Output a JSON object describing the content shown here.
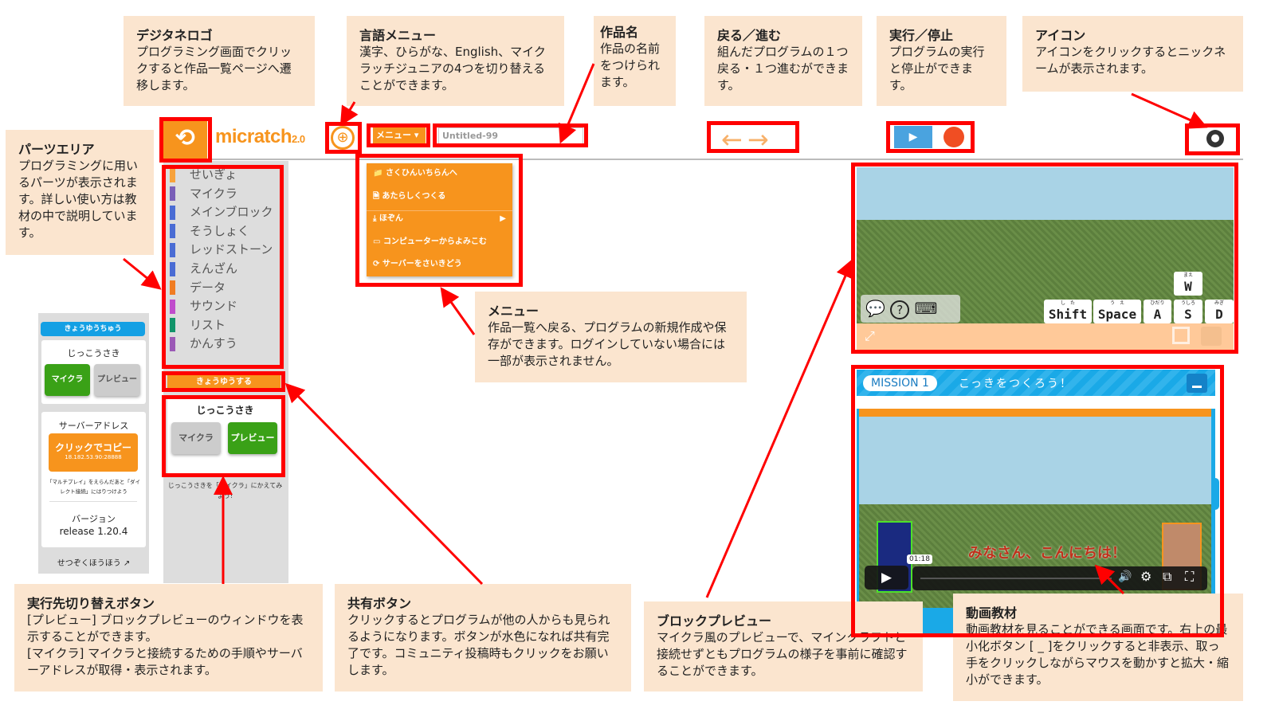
{
  "topbar": {
    "logo_icon": "digitane-logo-icon",
    "brand": "micratch",
    "brand_version": "2.0",
    "globe_icon": "globe-icon",
    "menu_label": "メニュー ▾",
    "title_value": "Untitled-99",
    "back_icon": "←",
    "forward_icon": "→",
    "run_icon": "▶",
    "account_icon": "user-icon"
  },
  "categories": [
    {
      "label": "せいぎょ",
      "color": "#f7a23b"
    },
    {
      "label": "マイクラ",
      "color": "#7a5fb8"
    },
    {
      "label": "メインブロック",
      "color": "#4a6cd4"
    },
    {
      "label": "そうしょく",
      "color": "#4a6cd4"
    },
    {
      "label": "レッドストーン",
      "color": "#4a6cd4"
    },
    {
      "label": "えんざん",
      "color": "#4a6cd4"
    },
    {
      "label": "データ",
      "color": "#f07c22"
    },
    {
      "label": "サウンド",
      "color": "#c04ccc"
    },
    {
      "label": "リスト",
      "color": "#12946a"
    },
    {
      "label": "かんすう",
      "color": "#9b59b6"
    }
  ],
  "share_label": "きょうゆうする",
  "dest": {
    "title": "じっこうさき",
    "micra": "マイクラ",
    "preview": "プレビュー",
    "hint": "じっこうさきを「マイクラ」にかえてみよう!"
  },
  "left_panel": {
    "sharing": "きょうゆうちゅう",
    "dest_title": "じっこうさき",
    "micra": "マイクラ",
    "preview": "プレビュー",
    "server_title": "サーバーアドレス",
    "copy": "クリックでコピー",
    "address": "18.182.53.90:28888",
    "paste_hint": "「マルチプレイ」をえらんだあと「ダイレクト接続」にはりつけよう",
    "version_title": "バージョン",
    "version": "release 1.20.4",
    "connect": "せつぞくほうほう ↗"
  },
  "menu": [
    {
      "icon": "📁",
      "label": "さくひんいちらんへ"
    },
    {
      "icon": "🗎",
      "label": "あたらしくつくる"
    },
    {
      "icon": "⤓",
      "label": "ほぞん",
      "arrow": "▶"
    },
    {
      "icon": "▭",
      "label": "コンピューターからよみこむ"
    },
    {
      "icon": "⟳",
      "label": "サーバーをさいきどう"
    }
  ],
  "stage": {
    "keys": [
      {
        "k": "W",
        "r": "まえ"
      },
      {
        "k": "Shift",
        "r": "し　た"
      },
      {
        "k": "Space",
        "r": "う　え"
      },
      {
        "k": "A",
        "r": "ひだり"
      },
      {
        "k": "S",
        "r": "うしろ"
      },
      {
        "k": "D",
        "r": "みぎ"
      }
    ],
    "chat_icon": "💬",
    "help_icon": "?",
    "keyboard_icon": "⌨",
    "expand_icon": "⤢"
  },
  "video": {
    "mission": "MISSION 1",
    "title": "こっきをつくろう！",
    "time": "01:18",
    "subtitle": "みなさん、こんにちは！",
    "play": "▶",
    "volume": "🔊",
    "settings": "⚙",
    "pip": "⧉",
    "fullscreen": "⛶"
  },
  "callouts": {
    "logo": {
      "title": "デジタネロゴ",
      "body": "プログラミング画面でクリックすると作品一覧ページへ遷移します。"
    },
    "lang": {
      "title": "言語メニュー",
      "body": "漢字、ひらがな、English、マイクラッチジュニアの4つを切り替えることができます。"
    },
    "name": {
      "title": "作品名",
      "body": "作品の名前をつけられます。"
    },
    "undo": {
      "title": "戻る／進む",
      "body": "組んだプログラムの１つ戻る・１つ進むができます。"
    },
    "run": {
      "title": "実行／停止",
      "body": "プログラムの実行と停止ができます。"
    },
    "icon": {
      "title": "アイコン",
      "body": "アイコンをクリックするとニックネームが表示されます。"
    },
    "parts": {
      "title": "パーツエリア",
      "body": "プログラミングに用いるパーツが表示されます。詳しい使い方は教材の中で説明しています。"
    },
    "menu": {
      "title": "メニュー",
      "body": "作品一覧へ戻る、プログラムの新規作成や保存ができます。ログインしていない場合には一部が表示されません。"
    },
    "dest": {
      "title": "実行先切り替えボタン",
      "body": "[プレビュー] ブロックプレビューのウィンドウを表示することができます。\n[マイクラ] マイクラと接続するための手順やサーバーアドレスが取得・表示されます。"
    },
    "share": {
      "title": "共有ボタン",
      "body": "クリックするとプログラムが他の人からも見られるようになります。ボタンが水色になれば共有完了です。コミュニティ投稿時もクリックをお願いします。"
    },
    "preview": {
      "title": "ブロックプレビュー",
      "body": "マイクラ風のプレビューで、マインクラフトと接続せずともプログラムの様子を事前に確認することができます。"
    },
    "video": {
      "title": "動画教材",
      "body": "動画教材を見ることができる画面です。右上の最小化ボタン [ _ ]をクリックすると非表示、取っ手をクリックしながらマウスを動かすと拡大・縮小ができます。"
    }
  }
}
